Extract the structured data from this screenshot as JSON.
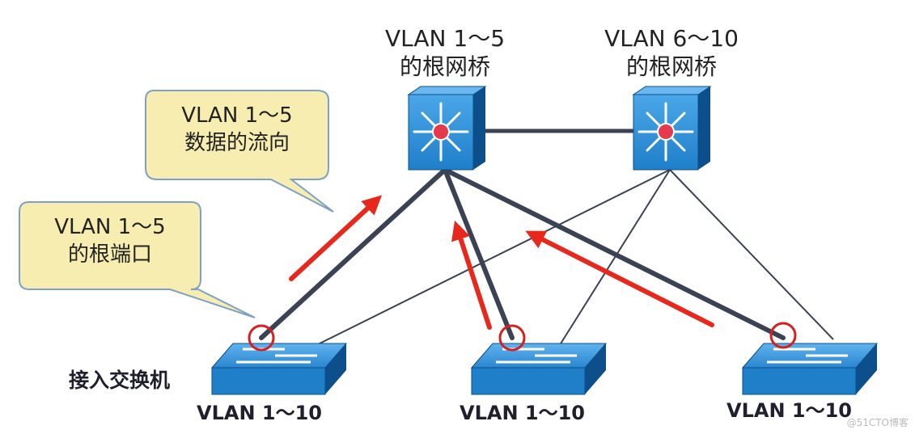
{
  "core_switches": [
    {
      "id": "core-1",
      "label_line1": "VLAN 1～5",
      "label_line2": "的根网桥"
    },
    {
      "id": "core-2",
      "label_line1": "VLAN 6～10",
      "label_line2": "的根网桥"
    }
  ],
  "callouts": [
    {
      "id": "flow",
      "line1": "VLAN 1～5",
      "line2": "数据的流向"
    },
    {
      "id": "rootport",
      "line1": "VLAN 1～5",
      "line2": "的根端口"
    }
  ],
  "access_group_label": "接入交换机",
  "access_switches": [
    {
      "id": "access-1",
      "label": "VLAN 1～10"
    },
    {
      "id": "access-2",
      "label": "VLAN 1～10"
    },
    {
      "id": "access-3",
      "label": "VLAN 1～10"
    }
  ],
  "watermark": "@51CTO博客",
  "colors": {
    "switch_blue": "#1f7fc9",
    "switch_dark": "#0d4f8a",
    "thick_link": "#3a4254",
    "arrow_red": "#e8271d",
    "callout_fill": "#f7edb0",
    "callout_stroke": "#7ea0c8"
  }
}
